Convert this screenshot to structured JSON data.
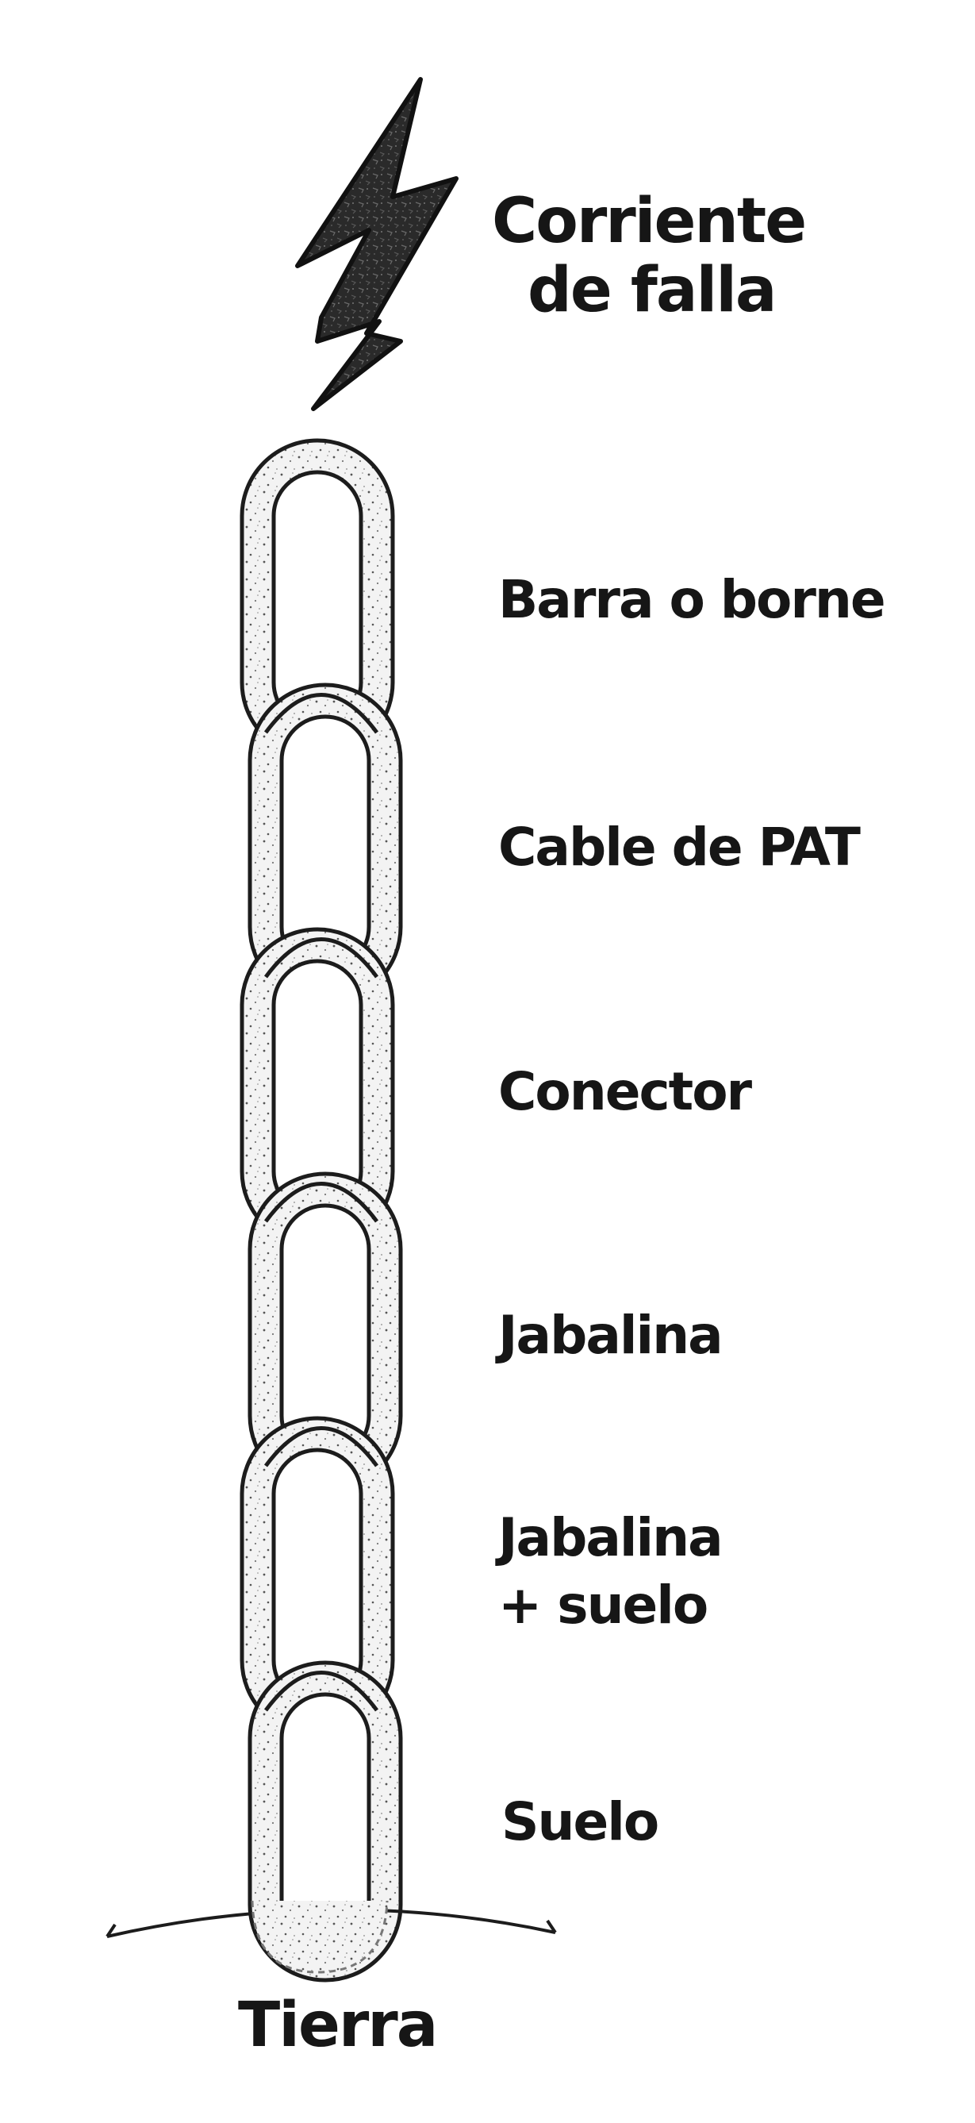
{
  "diagram": {
    "top_label": [
      "Corriente",
      "de falla"
    ],
    "chain_labels": [
      [
        "Barra o borne"
      ],
      [
        "Cable de PAT"
      ],
      [
        "Conector"
      ],
      [
        "Jabalina"
      ],
      [
        "Jabalina",
        "+ suelo"
      ],
      [
        "Suelo"
      ]
    ],
    "bottom_label": "Tierra",
    "icons": [
      "lightning-bolt-icon",
      "chain-link-icon",
      "ground-line-icon"
    ],
    "colors": {
      "ink": "#161616",
      "link_fill": "#f4f4f4",
      "background": "#ffffff"
    }
  }
}
